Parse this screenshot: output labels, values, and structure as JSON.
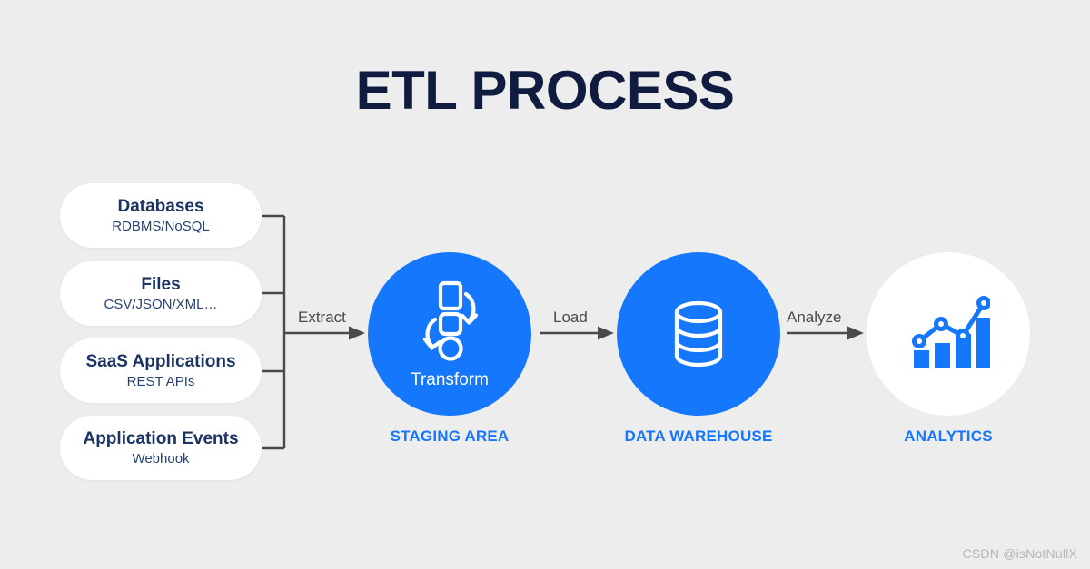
{
  "page": {
    "title": "ETL PROCESS",
    "background_color": "#ededed",
    "title_color": "#101c3f",
    "accent_blue": "#1577fb",
    "navy": "#1b3360",
    "connector_gray": "#4a4a4a"
  },
  "sources": [
    {
      "title": "Databases",
      "subtitle": "RDBMS/NoSQL"
    },
    {
      "title": "Files",
      "subtitle": "CSV/JSON/XML…"
    },
    {
      "title": "SaaS Applications",
      "subtitle": "REST APIs"
    },
    {
      "title": "Application Events",
      "subtitle": "Webhook"
    }
  ],
  "edges": [
    {
      "label": "Extract"
    },
    {
      "label": "Load"
    },
    {
      "label": "Analyze"
    }
  ],
  "nodes": [
    {
      "inner_label": "Transform",
      "caption": "STAGING AREA",
      "icon": "transform-shapes-icon",
      "style": "filled"
    },
    {
      "inner_label": "",
      "caption": "DATA WAREHOUSE",
      "icon": "database-cylinder-icon",
      "style": "filled"
    },
    {
      "inner_label": "",
      "caption": "ANALYTICS",
      "icon": "bar-line-chart-icon",
      "style": "hollow"
    }
  ],
  "watermark": {
    "text": "CSDN @isNotNullX"
  }
}
